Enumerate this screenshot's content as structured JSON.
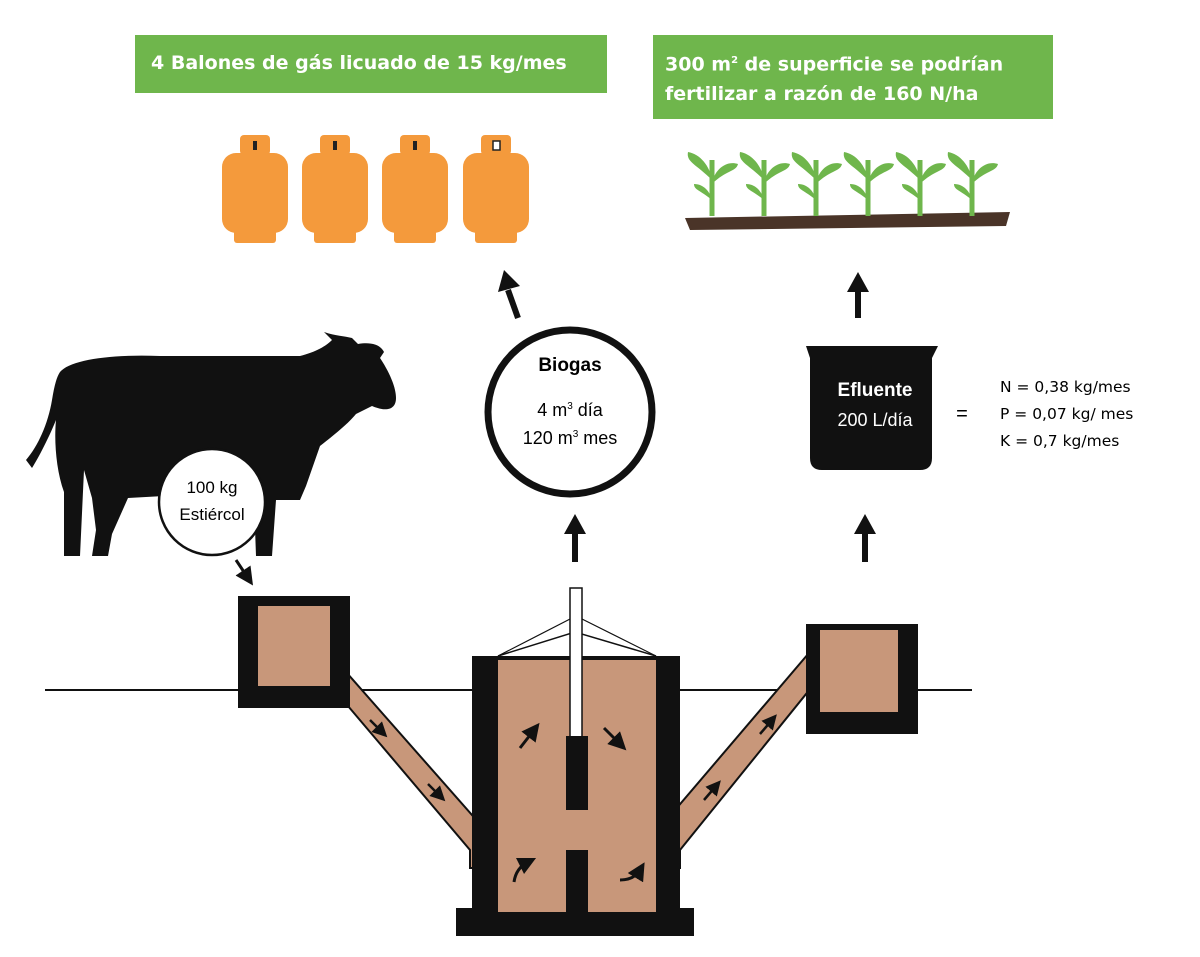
{
  "banners": {
    "gas": "4 Balones de gás licuado de 15 kg/mes",
    "fertilizer_line1_pre": "300 m",
    "fertilizer_line1_sup": "2",
    "fertilizer_line1_post": " de superficie se podrían",
    "fertilizer_line2": "fertilizar a razón de 160 N/ha"
  },
  "biogas": {
    "title": "Biogas",
    "daily_pre": "4 m",
    "daily_sup": "3",
    "daily_post": " día",
    "monthly_pre": "120 m",
    "monthly_sup": "3",
    "monthly_post": " mes"
  },
  "manure": {
    "amount": "100 kg",
    "name": "Estiércol"
  },
  "effluent": {
    "title": "Efluente",
    "rate": "200 L/día",
    "equals": "="
  },
  "nutrients": {
    "n": "N = 0,38 kg/mes",
    "p": "P = 0,07 kg/ mes",
    "k": "K = 0,7 kg/mes"
  },
  "colors": {
    "banner_green": "#6fb64c",
    "gas_orange": "#f49a3c",
    "plant_green": "#6fb64c",
    "soil_brown": "#4a3428",
    "slurry_tan": "#c8977a",
    "structure_black": "#111111"
  },
  "icons": [
    "gas-cylinder-icon",
    "seedling-icon",
    "cow-icon",
    "arrow-up-icon"
  ],
  "counts": {
    "gas_cylinders": 4,
    "seedlings": 6
  }
}
